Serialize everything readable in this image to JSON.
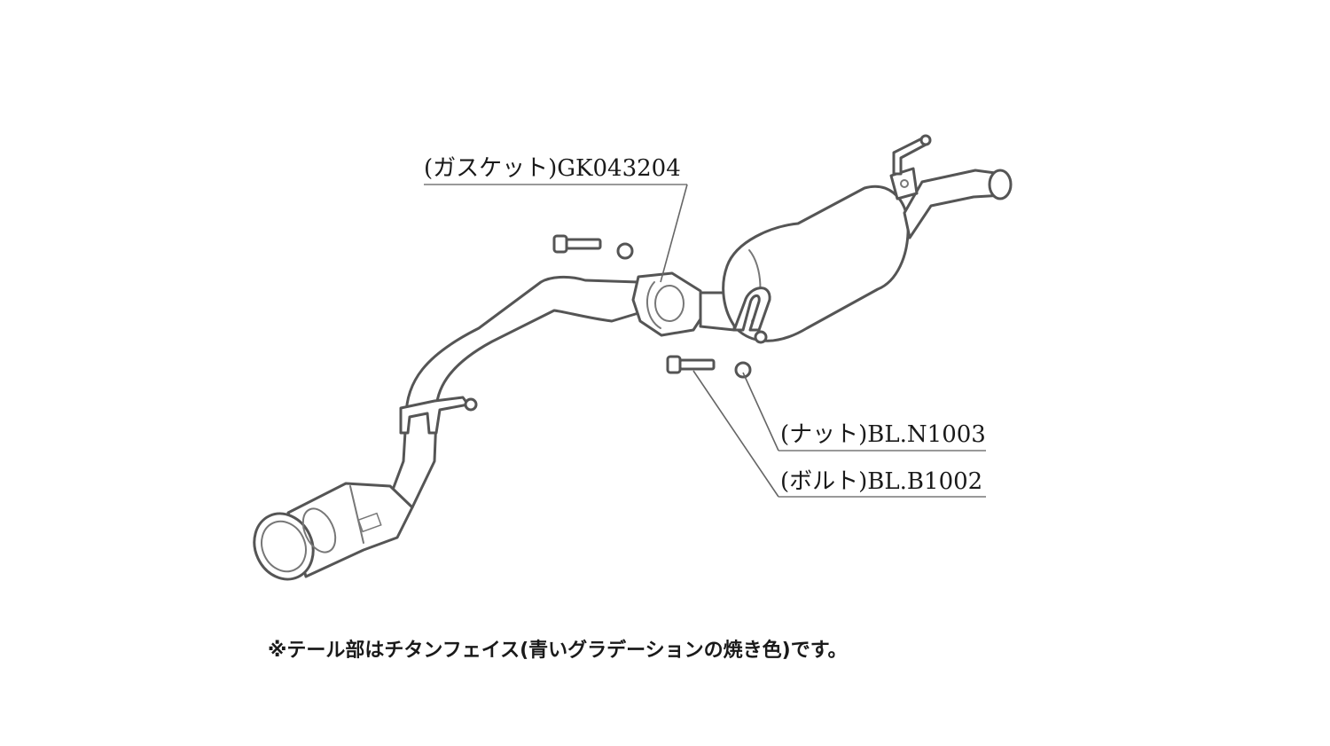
{
  "labels": {
    "gasket": "(ガスケット)GK043204",
    "nut": "(ナット)BL.N1003",
    "bolt": "(ボルト)BL.B1002"
  },
  "note": "※テール部はチタンフェイス(青いグラデーションの焼き色)です。",
  "colors": {
    "line": "#555555",
    "text": "#1a1a1a"
  }
}
